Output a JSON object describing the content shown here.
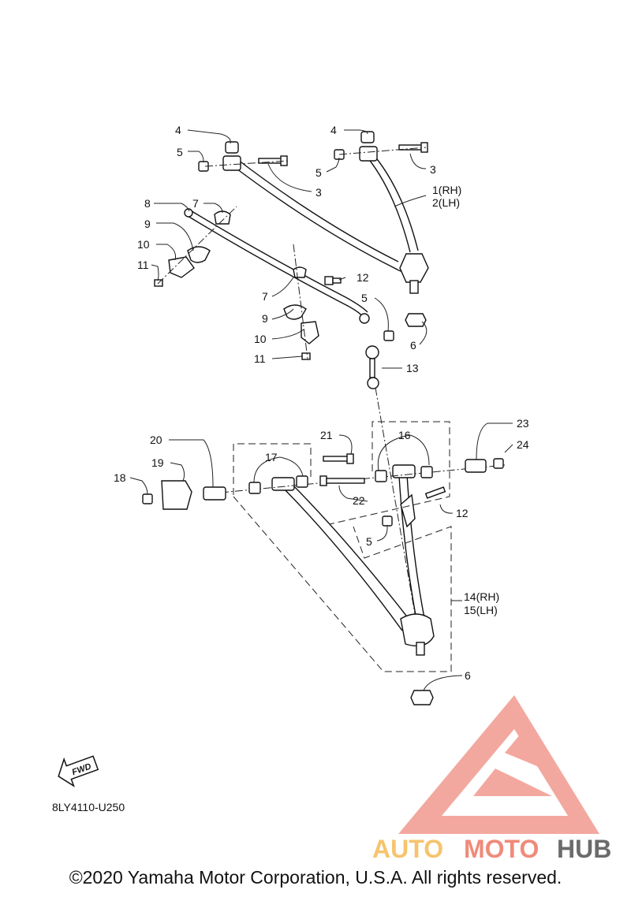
{
  "diagram": {
    "code": "8LY4110-U250",
    "fwd_label": "FWD",
    "labels": {
      "c4a": "4",
      "c5a": "5",
      "c3a": "3",
      "c4b": "4",
      "c5b": "5",
      "c3b": "3",
      "c1": "1(RH)",
      "c2": "2(LH)",
      "c8": "8",
      "c7a": "7",
      "c9a": "9",
      "c10a": "10",
      "c11a": "11",
      "c12a": "12",
      "c5c": "5",
      "c7b": "7",
      "c9b": "9",
      "c6a": "6",
      "c10b": "10",
      "c11b": "11",
      "c13": "13",
      "c21": "21",
      "c16": "16",
      "c23": "23",
      "c20": "20",
      "c17": "17",
      "c24": "24",
      "c19": "19",
      "c18": "18",
      "c22": "22",
      "c12b": "12",
      "c5d": "5",
      "c14": "14(RH)",
      "c15": "15(LH)",
      "c6b": "6"
    }
  },
  "watermark": {
    "part1": "AUTO",
    "part2": "MOTO",
    "part3": "HUB",
    "colors": {
      "auto": "#f5c36b",
      "moto": "#f08a7a",
      "hub": "#6e6e6e",
      "logo": "#f08a80"
    }
  },
  "copyright": "©2020 Yamaha Motor Corporation, U.S.A. All rights reserved."
}
